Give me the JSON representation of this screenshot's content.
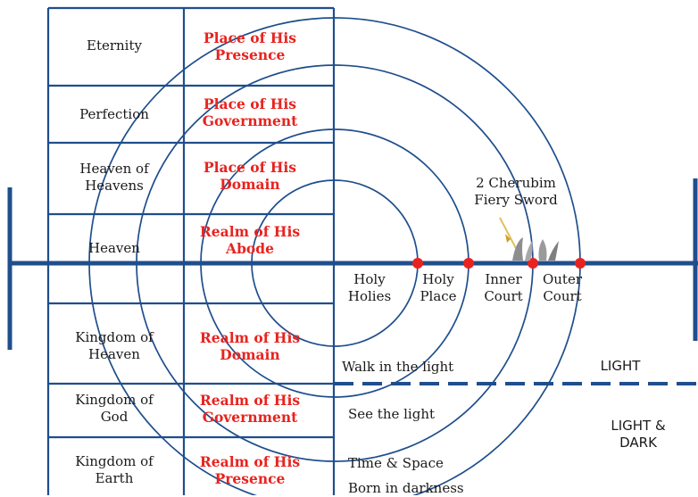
{
  "table": {
    "rows": [
      {
        "left": "Eternity",
        "right": "Place of His Presence"
      },
      {
        "left": "Perfection",
        "right": "Place of His Government"
      },
      {
        "left": "Heaven of Heavens",
        "right": "Place of His Domain"
      },
      {
        "left": "Heaven",
        "right": "Realm of His Abode"
      },
      {
        "left": "",
        "right": ""
      },
      {
        "left": "Kingdom of Heaven",
        "right": "Realm of His Domain"
      },
      {
        "left": "Kingdom of God",
        "right": "Realm of His Government"
      },
      {
        "left": "Kingdom of Earth",
        "right": "Realm of His Presence"
      }
    ]
  },
  "labels": {
    "holy_holies": "Holy Holies",
    "holy_place": "Holy Place",
    "inner_court": "Inner Court",
    "outer_court": "Outer Court",
    "cherubim": "2 Cherubim Fiery Sword",
    "walk": "Walk in the light",
    "see": "See the light",
    "time": "Time & Space",
    "born": "Born in darkness",
    "light": "LIGHT",
    "light_dark": "LIGHT & DARK"
  },
  "colors": {
    "line": "#1f4e8c",
    "red": "#e8231f"
  }
}
